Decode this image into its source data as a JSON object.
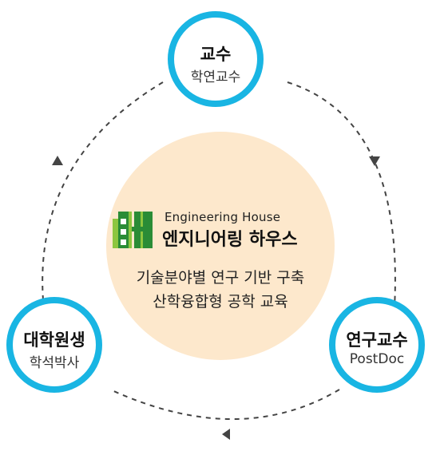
{
  "brand": {
    "english_name": "Engineering House",
    "korean_name": "엔지니어링 하우스",
    "colors": {
      "logo_dark": "#2a8c36",
      "logo_light": "#8dc63f",
      "accent_ring": "#19b5e3",
      "center_fill": "#fde8cc"
    }
  },
  "description": {
    "line1": "기술분야별 연구 기반 구축",
    "line2": "산학융합형 공학 교육"
  },
  "nodes": {
    "professor": {
      "title": "교수",
      "subtitle": "학연교수"
    },
    "grad_student": {
      "title": "대학원생",
      "subtitle": "학석박사"
    },
    "research_professor": {
      "title": "연구교수",
      "subtitle": "PostDoc"
    }
  }
}
